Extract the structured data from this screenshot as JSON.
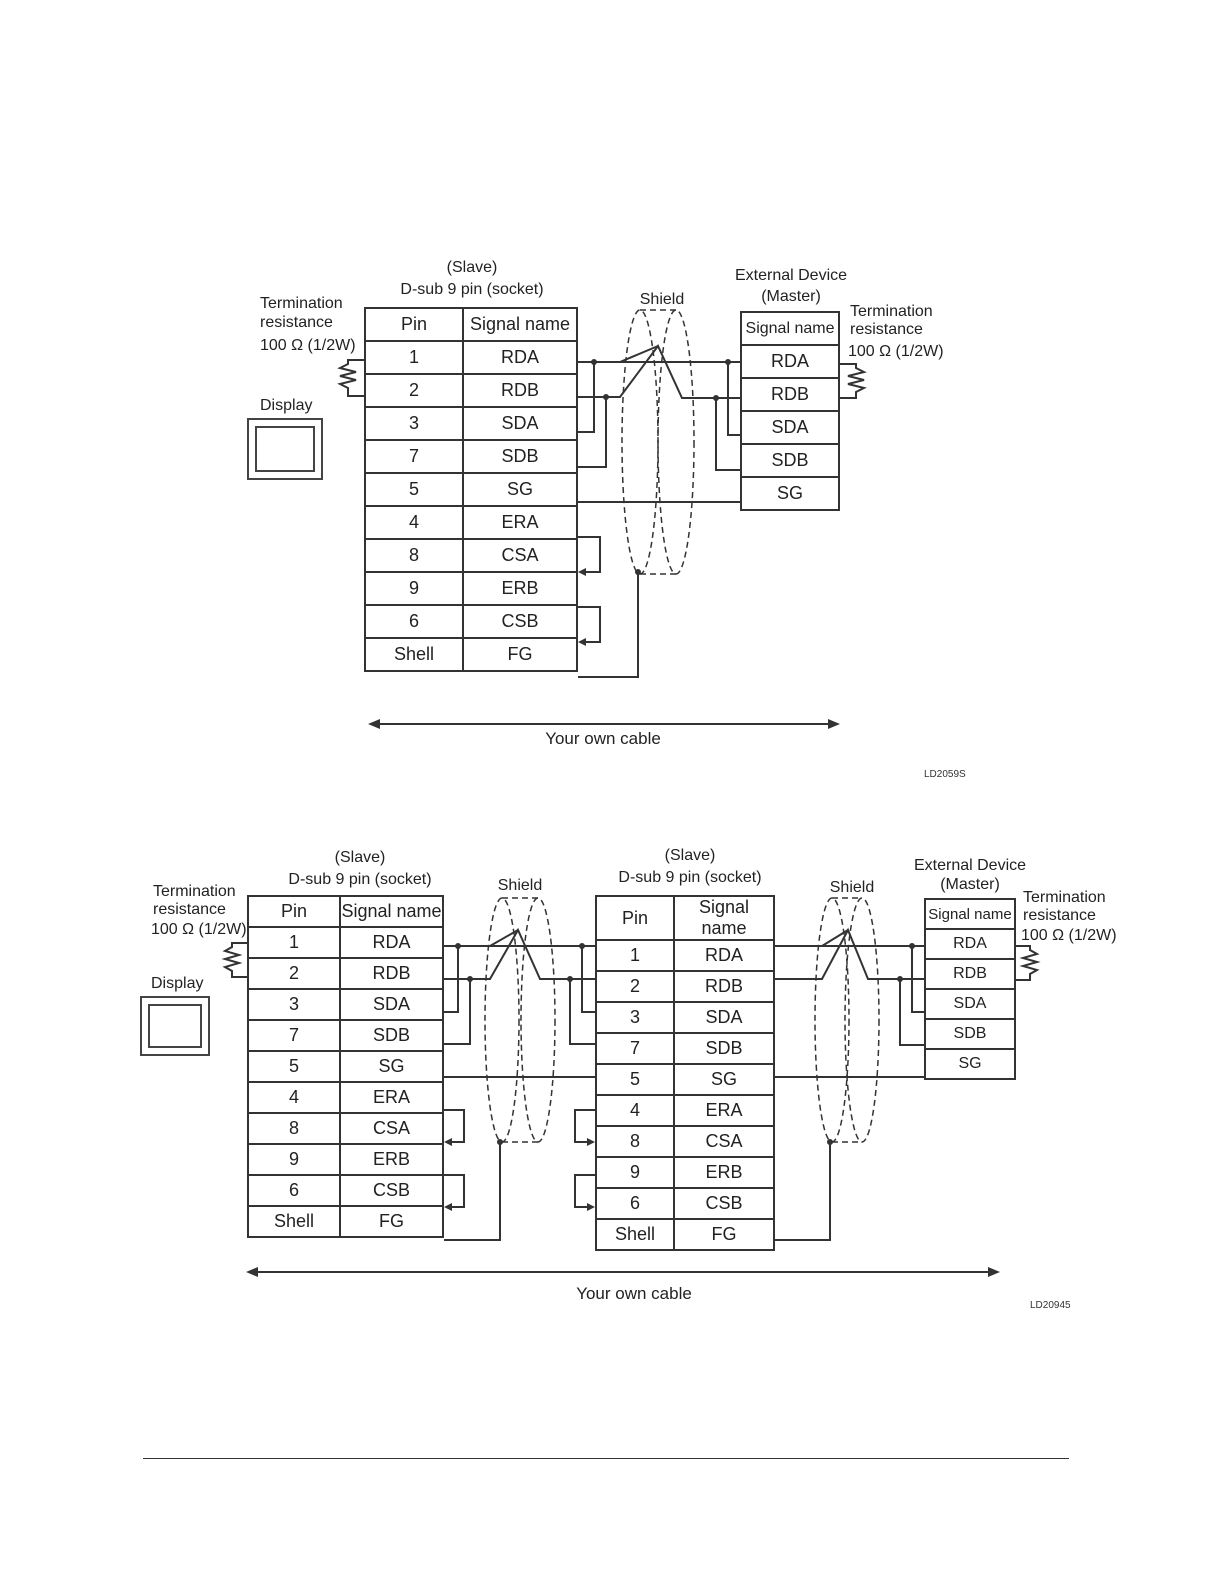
{
  "diagram1": {
    "slave_title": "(Slave)",
    "slave_connector": "D-sub 9 pin (socket)",
    "termination_left": [
      "Termination",
      "resistance",
      "100 Ω (1/2W)"
    ],
    "display_label": "Display",
    "shield_label": "Shield",
    "external_title": "External Device",
    "external_role": "(Master)",
    "termination_right": [
      "Termination",
      "resistance",
      "100 Ω (1/2W)"
    ],
    "pin_header": "Pin",
    "signal_header": "Signal name",
    "slave_rows": [
      {
        "pin": "1",
        "signal": "RDA"
      },
      {
        "pin": "2",
        "signal": "RDB"
      },
      {
        "pin": "3",
        "signal": "SDA"
      },
      {
        "pin": "7",
        "signal": "SDB"
      },
      {
        "pin": "5",
        "signal": "SG"
      },
      {
        "pin": "4",
        "signal": "ERA"
      },
      {
        "pin": "8",
        "signal": "CSA"
      },
      {
        "pin": "9",
        "signal": "ERB"
      },
      {
        "pin": "6",
        "signal": "CSB"
      },
      {
        "pin": "Shell",
        "signal": "FG"
      }
    ],
    "master_rows": [
      "RDA",
      "RDB",
      "SDA",
      "SDB",
      "SG"
    ],
    "cable_label": "Your own cable",
    "figure_code": "LD2059S"
  },
  "diagram2": {
    "slave1_title": "(Slave)",
    "slave1_connector": "D-sub 9 pin (socket)",
    "slave2_title": "(Slave)",
    "slave2_connector": "D-sub 9 pin (socket)",
    "termination_left": [
      "Termination",
      "resistance",
      "100 Ω (1/2W)"
    ],
    "display_label": "Display",
    "shield_label_1": "Shield",
    "shield_label_2": "Shield",
    "external_title": "External Device",
    "external_role": "(Master)",
    "termination_right": [
      "Termination",
      "resistance",
      "100 Ω (1/2W)"
    ],
    "pin_header": "Pin",
    "signal_header": "Signal name",
    "slave_rows": [
      {
        "pin": "1",
        "signal": "RDA"
      },
      {
        "pin": "2",
        "signal": "RDB"
      },
      {
        "pin": "3",
        "signal": "SDA"
      },
      {
        "pin": "7",
        "signal": "SDB"
      },
      {
        "pin": "5",
        "signal": "SG"
      },
      {
        "pin": "4",
        "signal": "ERA"
      },
      {
        "pin": "8",
        "signal": "CSA"
      },
      {
        "pin": "9",
        "signal": "ERB"
      },
      {
        "pin": "6",
        "signal": "CSB"
      },
      {
        "pin": "Shell",
        "signal": "FG"
      }
    ],
    "master_rows": [
      "RDA",
      "RDB",
      "SDA",
      "SDB",
      "SG"
    ],
    "cable_label": "Your own cable",
    "figure_code": "LD20945"
  },
  "colors": {
    "line": "#333333",
    "background": "#ffffff"
  },
  "icons": [
    "resistor-icon",
    "display-icon",
    "shield-icon",
    "arrow-icon"
  ]
}
